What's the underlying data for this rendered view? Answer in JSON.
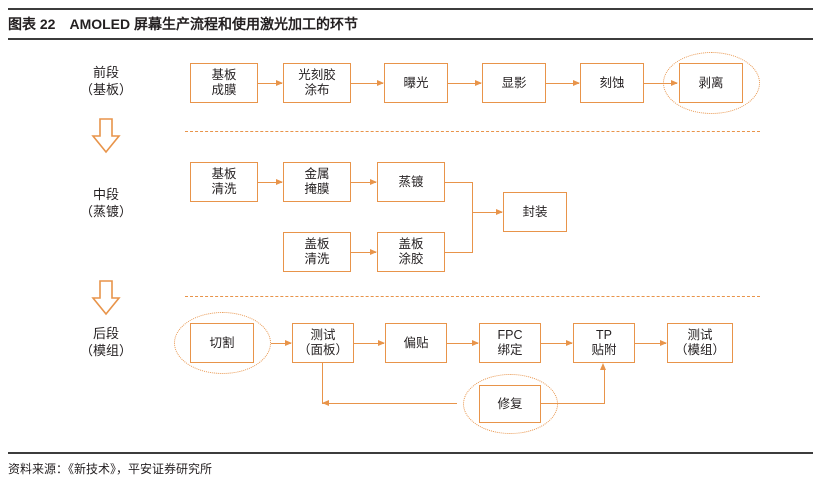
{
  "header": {
    "figure_number": "图表 22",
    "title": "AMOLED 屏幕生产流程和使用激光加工的环节"
  },
  "footer": {
    "source": "资料来源：《新技术》，平安证券研究所"
  },
  "stages": [
    {
      "line1": "前段",
      "line2": "（基板）"
    },
    {
      "line1": "中段",
      "line2": "（蒸镀）"
    },
    {
      "line1": "后段",
      "line2": "（模组）"
    }
  ],
  "front_row": [
    {
      "line1": "基板",
      "line2": "成膜"
    },
    {
      "line1": "光刻胶",
      "line2": "涂布"
    },
    {
      "line1": "曝光",
      "line2": ""
    },
    {
      "line1": "显影",
      "line2": ""
    },
    {
      "line1": "刻蚀",
      "line2": ""
    },
    {
      "line1": "剥离",
      "line2": ""
    }
  ],
  "mid_row_top": [
    {
      "line1": "基板",
      "line2": "清洗"
    },
    {
      "line1": "金属",
      "line2": "掩膜"
    },
    {
      "line1": "蒸镀",
      "line2": ""
    }
  ],
  "mid_row_bottom": [
    {
      "line1": "盖板",
      "line2": "清洗"
    },
    {
      "line1": "盖板",
      "line2": "涂胶"
    }
  ],
  "mid_merge": {
    "line1": "封装",
    "line2": ""
  },
  "back_row": [
    {
      "line1": "切割",
      "line2": ""
    },
    {
      "line1": "测试",
      "line2": "（面板）"
    },
    {
      "line1": "偏贴",
      "line2": ""
    },
    {
      "line1": "FPC",
      "line2": "绑定"
    },
    {
      "line1": "TP",
      "line2": "贴附"
    },
    {
      "line1": "测试",
      "line2": "（模组）"
    }
  ],
  "repair": {
    "line1": "修复",
    "line2": ""
  },
  "colors": {
    "accent": "#e8944a",
    "rule": "#3c3c3c",
    "text": "#231f20"
  }
}
